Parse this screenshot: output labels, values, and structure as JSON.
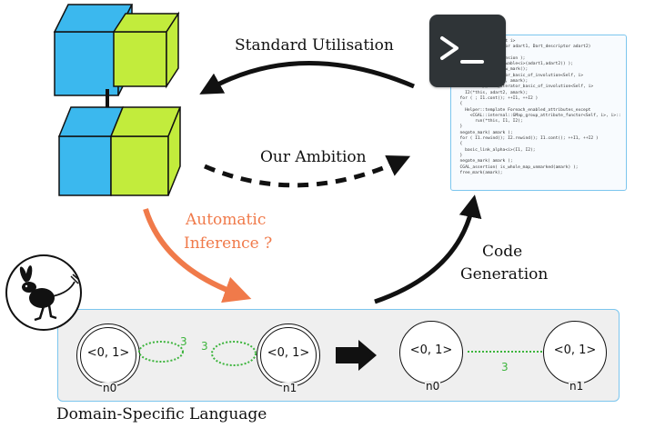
{
  "labels": {
    "standard_utilisation": "Standard Utilisation",
    "our_ambition": "Our Ambition",
    "automatic_inference_line1": "Automatic",
    "automatic_inference_line2": "Inference ?",
    "code_generation_line1": "Code",
    "code_generation_line2": "Generation",
    "domain_specific_language": "Domain-Specific Language"
  },
  "dsl": {
    "left_graph": {
      "node_a": {
        "text": "<0, 1>",
        "id": "n0"
      },
      "node_b": {
        "text": "<0, 1>",
        "id": "n1"
      },
      "loop_weight_a": "3",
      "loop_weight_b": "3"
    },
    "right_graph": {
      "node_a": {
        "text": "<0, 1>",
        "id": "n0"
      },
      "node_b": {
        "text": "<0, 1>",
        "id": "n1"
      },
      "edge_weight": "3"
    }
  },
  "code_lines": [
    "                   nt i>",
    "                riptor adart1, Dart_descriptor adart2)",
    "",
    "              <=dimension );",
    "              (is_sewable<i>(adart1,adart2)) );",
    "              get_new_mark();",
    "              iterator_basic_of_involution<Self, i>",
    "    I1(*this, adart1, amark);",
    "  CGAL::GMap_dart_iterator_basic_of_involution<Self, i>",
    "    I2(*this, adart2, amark);",
    "  for ( ; I1.cont(); ++I1, ++I2 )",
    "  {",
    "    Helper::template Foreach_enabled_attributes_except",
    "      <CGAL::internal::GMap_group_attribute_functor<Self, i>, i>::",
    "        run(*this, I1, I2);",
    "  }",
    "  negate_mark( amark );",
    "  for ( I1.rewind(); I2.rewind(); I1.cont(); ++I1, ++I2 )",
    "  {",
    "    basic_link_alpha<i>(I1, I2);",
    "  }",
    "  negate_mark( amark );",
    "  CGAL_assertion( is_whole_map_unmarked(amark) );",
    "  free_mark(amark);"
  ],
  "colors": {
    "cube_blue": "#3bb8ee",
    "cube_green": "#c2ec3c",
    "orange_arrow": "#f07a4a",
    "panel_border": "#7cc6ee",
    "panel_fill": "#efefef",
    "weight_green": "#3cb43c"
  },
  "icons": [
    "cube-stack-icon",
    "terminal-icon",
    "jerboa-logo-icon"
  ]
}
